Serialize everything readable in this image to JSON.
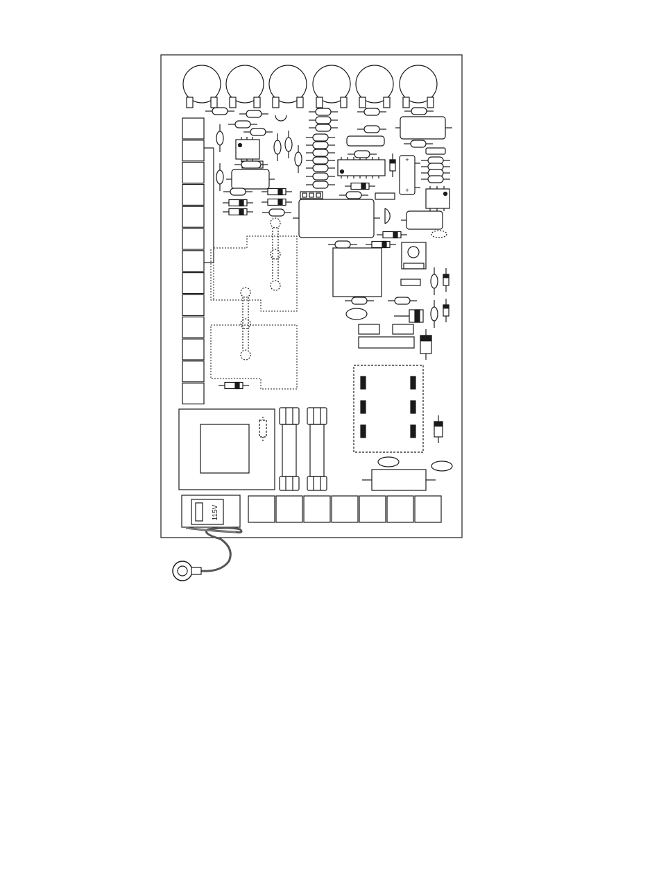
{
  "board": {
    "voltage_label": "115V",
    "pot_count": 6,
    "left_terminal_count": 13,
    "bottom_terminal_count": 7
  }
}
